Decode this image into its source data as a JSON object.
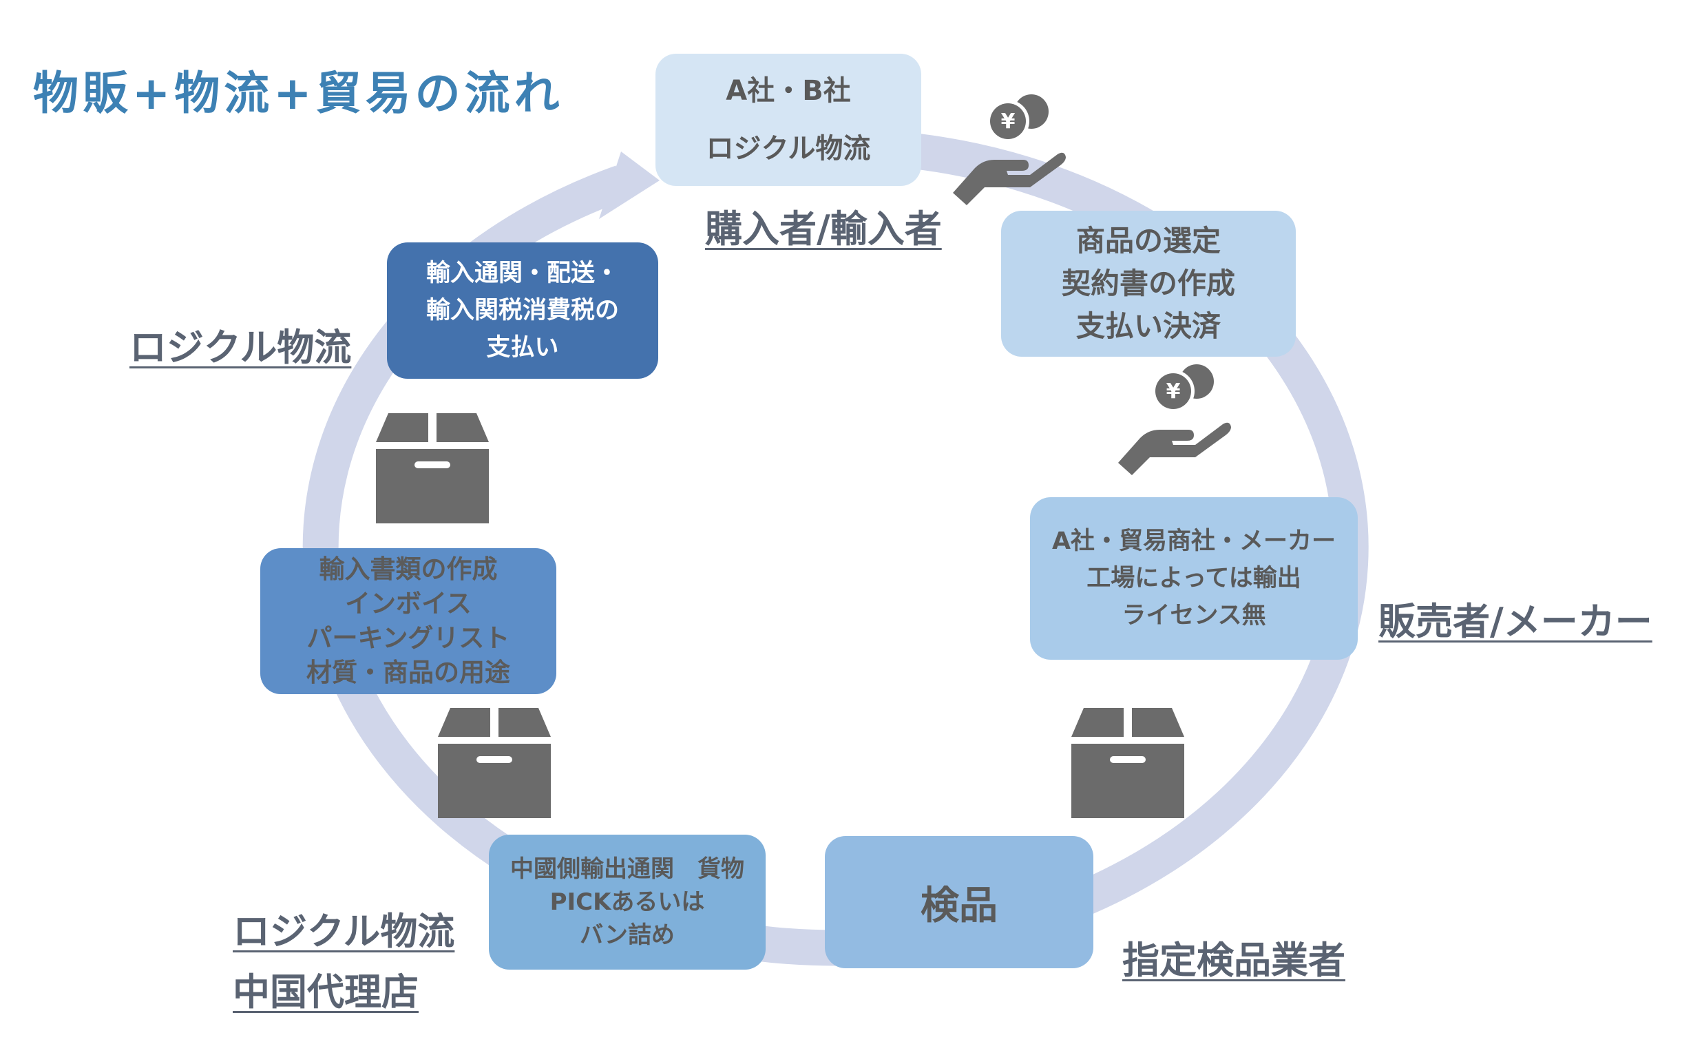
{
  "title": "物販+物流+貿易の流れ",
  "colors": {
    "title": "#3d81b4",
    "ring": "#d0d6ea",
    "icon": "#6b6b6b",
    "role_text": "#5a6372"
  },
  "steps": {
    "buyer_company": {
      "lines": [
        "A社・B社",
        "ロジクル物流"
      ]
    },
    "selection": {
      "lines": [
        "商品の選定",
        "契約書の作成",
        "支払い決済"
      ]
    },
    "seller": {
      "lines": [
        "A社・貿易商社・メーカー",
        "工場によっては輸出",
        "ライセンス無"
      ]
    },
    "inspection": {
      "lines": [
        "検品"
      ]
    },
    "china_export": {
      "lines": [
        "中國側輸出通関　貨物",
        "PICKあるいは",
        "バン詰め"
      ]
    },
    "documents": {
      "lines": [
        "輸入書類の作成",
        "インボイス",
        "パーキングリスト",
        "材質・商品の用途"
      ]
    },
    "import": {
      "lines": [
        "輸入通関・配送・",
        "輸入関税消費税の",
        "支払い"
      ]
    }
  },
  "roles": {
    "buyer": "購入者/輸入者",
    "seller": "販売者/メーカー",
    "inspector": "指定検品業者",
    "logistics_top": "ロジクル物流",
    "logistics_bottom": "ロジクル物流",
    "china_agent": "中国代理店"
  },
  "icons": {
    "payment_top": "yen-coin-hand-icon",
    "payment_right": "yen-coin-hand-icon",
    "box_right": "cardboard-box-icon",
    "box_left_lower": "cardboard-box-icon",
    "box_left_upper": "cardboard-box-icon"
  }
}
